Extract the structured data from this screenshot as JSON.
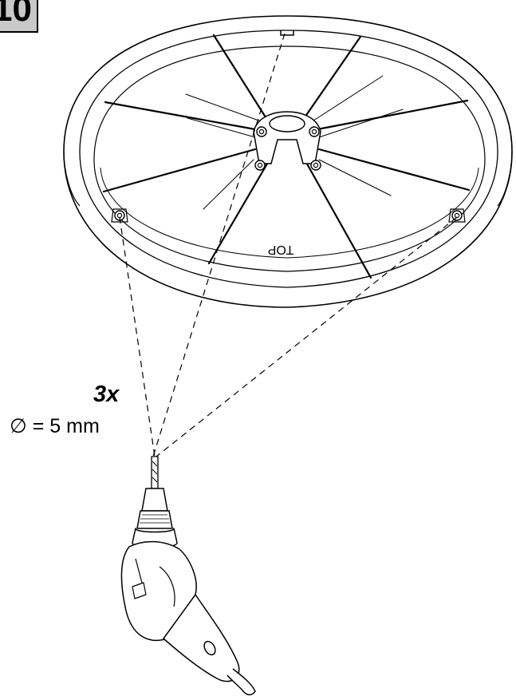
{
  "step": {
    "number": "10"
  },
  "instruction": {
    "quantity": "3x",
    "diameter": "∅ = 5 mm"
  },
  "fixture": {
    "embossed_label": "TOP"
  },
  "icons": [
    "ceiling-base-plate-icon",
    "drill-icon"
  ]
}
